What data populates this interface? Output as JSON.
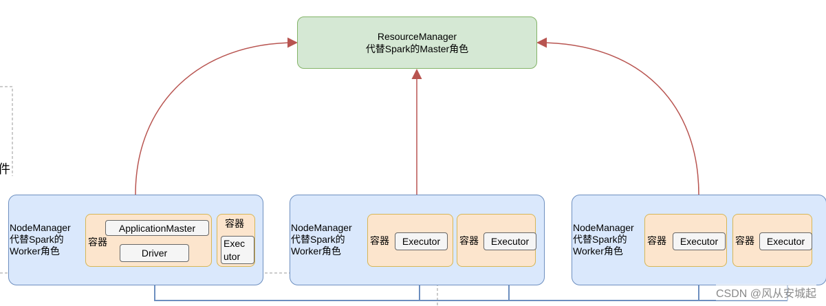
{
  "resource_manager": {
    "line1": "ResourceManager",
    "line2": "代替Spark的Master角色"
  },
  "node_managers": [
    {
      "label": "NodeManager\n代替Spark的\nWorker角色",
      "containers": [
        {
          "label": "容器",
          "items": [
            "ApplicationMaster",
            "Driver"
          ]
        },
        {
          "label": "容器",
          "items": [
            "Exec\nutor"
          ]
        }
      ]
    },
    {
      "label": "NodeManager\n代替Spark的\nWorker角色",
      "containers": [
        {
          "label": "容器",
          "items": [
            "Executor"
          ]
        },
        {
          "label": "容器",
          "items": [
            "Executor"
          ]
        }
      ]
    },
    {
      "label": "NodeManager\n代替Spark的\nWorker角色",
      "containers": [
        {
          "label": "容器",
          "items": [
            "Executor"
          ]
        },
        {
          "label": "容器",
          "items": [
            "Executor"
          ]
        }
      ]
    }
  ],
  "stray_text": "件",
  "watermark": "CSDN @风从安城起",
  "colors": {
    "resource_manager_fill": "#d5e8d4",
    "node_manager_fill": "#dae8fc",
    "container_fill": "#fce5cd",
    "arrow_red": "#b85450",
    "arrow_blue": "#6c8ebf"
  }
}
